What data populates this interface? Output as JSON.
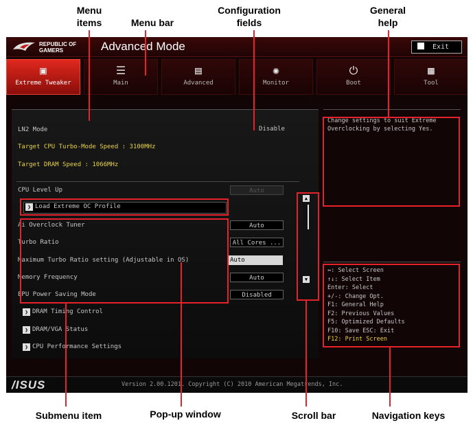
{
  "callouts": {
    "menu_items": "Menu items",
    "menu_bar": "Menu bar",
    "configuration_fields": "Configuration fields",
    "general_help": "General help",
    "submenu_item": "Submenu item",
    "popup_window": "Pop-up window",
    "scroll_bar": "Scroll bar",
    "navigation_keys": "Navigation keys"
  },
  "header": {
    "brand_line1": "REPUBLIC OF",
    "brand_line2": "GAMERS",
    "mode_title": "Advanced Mode",
    "exit_label": "Exit"
  },
  "tabs": [
    {
      "label": "Extreme Tweaker",
      "icon": "chip-icon",
      "active": true
    },
    {
      "label": "Main",
      "icon": "list-icon"
    },
    {
      "label": "Advanced",
      "icon": "settings-panel-icon"
    },
    {
      "label": "Monitor",
      "icon": "fan-monitor-icon"
    },
    {
      "label": "Boot",
      "icon": "power-icon"
    },
    {
      "label": "Tool",
      "icon": "printer-tool-icon"
    }
  ],
  "settings": {
    "ln2_mode": {
      "label": "LN2 Mode",
      "value": "Disable"
    },
    "cpu_turbo": "Target CPU Turbo-Mode Speed : 3100MHz",
    "dram_speed": "Target DRAM Speed : 1066MHz",
    "cpu_level_up": {
      "label": "CPU Level Up",
      "value": "Auto"
    },
    "load_extreme": "Load Extreme OC Profile",
    "ai_overclock": {
      "label": "Ai Overclock Tuner",
      "value": "Auto"
    },
    "turbo_ratio": {
      "label": "Turbo Ratio",
      "value": "All Cores ..."
    },
    "max_turbo": {
      "label": "Maximum Turbo Ratio setting (Adjustable in OS)",
      "value": "Auto"
    },
    "memory_freq": {
      "label": "Memory Frequency",
      "value": "Auto"
    },
    "epu_power": {
      "label": "EPU Power Saving Mode",
      "value": "Disabled"
    },
    "dram_timing": "DRAM Timing Control",
    "dram_vga": "DRAM/VGA Status",
    "cpu_perf": "CPU Performance Settings"
  },
  "help": {
    "text": "Change settings to suit Extreme Overclocking by selecting Yes."
  },
  "nav_keys": [
    "↔: Select Screen",
    "↑↓: Select Item",
    "Enter: Select",
    "+/-: Change Opt.",
    "F1: General Help",
    "F2: Previous Values",
    "F5: Optimized Defaults",
    "F10: Save  ESC: Exit",
    "F12: Print Screen"
  ],
  "footer": {
    "brand": "/ISUS",
    "version": "Version 2.00.1201. Copyright (C) 2010 American Megatrends, Inc."
  },
  "colors": {
    "accent_red": "#e8222b",
    "active_tab": "#e0281e",
    "highlight_yellow": "#e8d24a"
  }
}
